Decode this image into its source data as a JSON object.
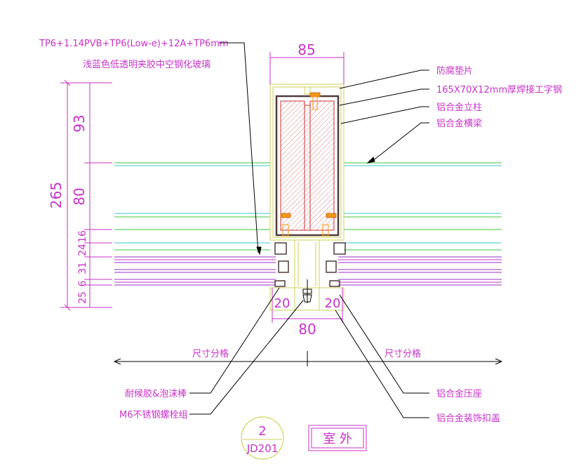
{
  "glass_spec": {
    "line1": "TP6+1.14PVB+TP6(Low-e)+12A+TP6mm",
    "line2": "浅蓝色低透明夹胶中空钢化玻璃"
  },
  "callouts_right": {
    "gasket": "防腐垫片",
    "i_beam": "165X70X12mm厚焊接工字钢",
    "mullion": "铝合金立柱",
    "transom": "铝合金横梁"
  },
  "callouts_bottom_left": {
    "sealant": "耐候胶&泡沫棒",
    "bolt": "M6不锈钢螺栓组"
  },
  "callouts_bottom_right": {
    "pressure_plate": "铝合金压座",
    "cover_cap": "铝合金装饰扣盖"
  },
  "dimensions": {
    "top_width": "85",
    "bottom_width": "80",
    "left_cap": "20",
    "right_cap": "20",
    "total_depth": "265",
    "d93": "93",
    "d80": "80",
    "d16": "16",
    "d24": "24",
    "d31": "31",
    "d25": "25",
    "d6": "6"
  },
  "grid_label_left": "尺寸分格",
  "grid_label_right": "尺寸分格",
  "detail_bubble": {
    "number": "2",
    "sheet": "JD201"
  },
  "exterior_label": "室  外",
  "colors": {
    "annotation": "#c832c8",
    "structure": "#c83232",
    "frame": "#d2d25a",
    "glass_green": "#3cc83c",
    "glass_cyan": "#3cc8c8",
    "leader": "#000000",
    "orange": "#f09614"
  }
}
